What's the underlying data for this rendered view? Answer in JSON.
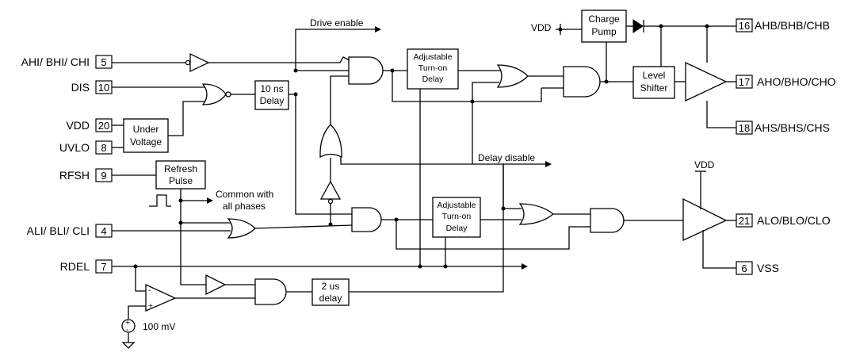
{
  "pins": {
    "ahi": {
      "name": "AHI/ BHI/ CHI",
      "num": "5"
    },
    "dis": {
      "name": "DIS",
      "num": "10"
    },
    "vdd_in": {
      "name": "VDD",
      "num": "20"
    },
    "uvlo": {
      "name": "UVLO",
      "num": "8"
    },
    "rfsh": {
      "name": "RFSH",
      "num": "9"
    },
    "ali": {
      "name": "ALI/ BLI/ CLI",
      "num": "4"
    },
    "rdel": {
      "name": "RDEL",
      "num": "7"
    },
    "ahb": {
      "name": "AHB/BHB/CHB",
      "num": "16"
    },
    "aho": {
      "name": "AHO/BHO/CHO",
      "num": "17"
    },
    "ahs": {
      "name": "AHS/BHS/CHS",
      "num": "18"
    },
    "alo": {
      "name": "ALO/BLO/CLO",
      "num": "21"
    },
    "vss": {
      "name": "VSS",
      "num": "6"
    }
  },
  "blocks": {
    "delay10": [
      "10 ns",
      "Delay"
    ],
    "under_voltage": [
      "Under",
      "Voltage"
    ],
    "refresh_pulse": [
      "Refresh",
      "Pulse"
    ],
    "adj_delay_top": [
      "Adjustable",
      "Turn-on",
      "Delay"
    ],
    "adj_delay_bottom": [
      "Adjustable",
      "Turn-on",
      "Delay"
    ],
    "charge_pump": [
      "Charge",
      "Pump"
    ],
    "level_shifter": [
      "Level",
      "Shifter"
    ],
    "delay2us": [
      "2 us",
      "delay"
    ]
  },
  "labels": {
    "drive_enable": "Drive enable",
    "delay_disable": "Delay disable",
    "common_phases": [
      "Common with",
      "all phases"
    ],
    "vdd_top": "VDD",
    "vdd_low_driver": "VDD",
    "ref_voltage": "100 mV"
  }
}
